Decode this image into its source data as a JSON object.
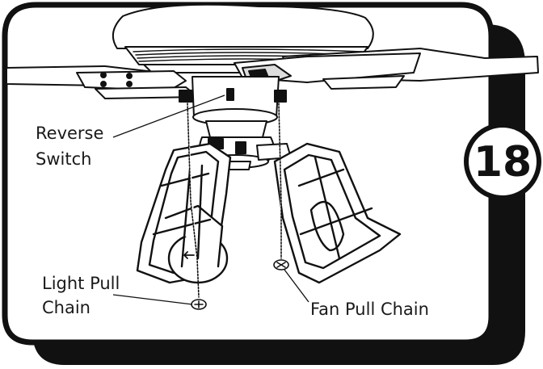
{
  "step_number": "18",
  "callouts": {
    "reverse_switch": [
      "Reverse",
      "Switch"
    ],
    "light_pull_chain": [
      "Light Pull",
      "Chain"
    ],
    "fan_pull_chain": "Fan Pull Chain"
  },
  "colors": {
    "frame": "#111111",
    "background": "#ffffff"
  }
}
